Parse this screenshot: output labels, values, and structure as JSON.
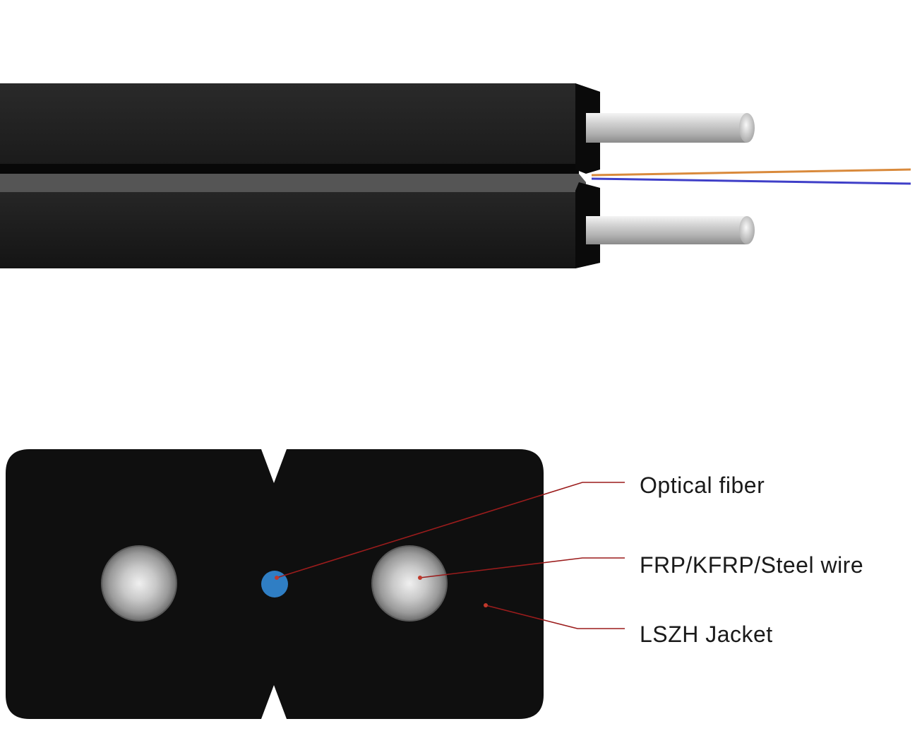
{
  "labels": {
    "optical_fiber": "Optical fiber",
    "strength_member": "FRP/KFRP/Steel wire",
    "jacket": "LSZH Jacket"
  },
  "colors": {
    "background": "#ffffff",
    "jacket": "#0f0f0f",
    "jacket_side": "#2a2a2a",
    "jacket_highlight": "#5a5a5a",
    "fiber_blue": "#2f7ec4",
    "fiber_orange": "#d98a3c",
    "fiber_violet": "#3f3fc8",
    "callout_line": "#9b1c1c",
    "label_text": "#1a1a1a",
    "steel_light": "#e6e6e6",
    "steel_dark": "#8c8c8c"
  },
  "icons": {
    "cable_side_view": "drop-cable-side-icon",
    "cable_cross_section": "drop-cable-section-icon"
  }
}
